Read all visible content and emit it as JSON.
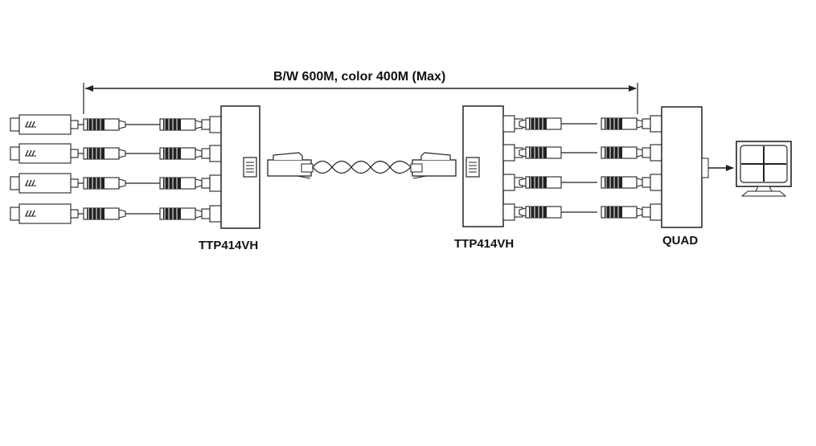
{
  "distance_label": "B/W 600M, color 400M (Max)",
  "devices": {
    "left_transceiver": "TTP414VH",
    "right_transceiver": "TTP414VH",
    "quad": "QUAD"
  },
  "camera_count": 4,
  "channel_count": 4,
  "icons": {
    "camera": "cctv-camera-icon",
    "bnc": "bnc-connector-icon",
    "rj45": "rj45-plug-icon",
    "monitor": "quad-monitor-icon"
  },
  "colors": {
    "line": "#222222",
    "fill": "#ffffff",
    "shade": "#cfcfcf"
  }
}
